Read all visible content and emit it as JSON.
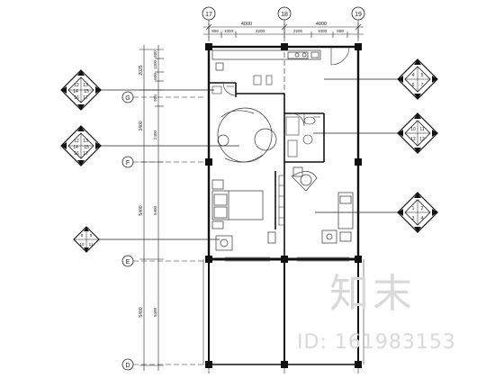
{
  "column_grid": [
    {
      "label": "17"
    },
    {
      "label": "18"
    },
    {
      "label": "19"
    }
  ],
  "row_grid": [
    {
      "label": "G"
    },
    {
      "label": "F"
    },
    {
      "label": "E"
    },
    {
      "label": "D"
    }
  ],
  "top_dimensions": {
    "overall": [
      "4000",
      "4000"
    ],
    "segments": [
      "800",
      "1000",
      "2200",
      "2200",
      "1000",
      "800"
    ]
  },
  "left_dimensions": {
    "outer": [
      "2025",
      "3400",
      "5400",
      "5400"
    ],
    "inner": [
      "600",
      "1200",
      "600",
      "900",
      "2400",
      "5400",
      "5400"
    ]
  },
  "detail_callouts": [
    {
      "refs": [
        "12",
        "13",
        "14",
        "15",
        "16",
        "17"
      ]
    },
    {
      "refs": [
        "12",
        "13",
        "14",
        "15",
        "16",
        "17"
      ]
    },
    {
      "refs": [
        "8",
        "9",
        "10",
        "11"
      ]
    },
    {
      "refs": [
        "4",
        "5",
        "6",
        "7"
      ]
    },
    {
      "refs": [
        "10",
        "11",
        "12",
        "13"
      ]
    },
    {
      "refs": [
        "1",
        "2",
        "3",
        "4"
      ]
    }
  ],
  "watermark": {
    "brand": "知末",
    "id": "ID: 161983153"
  }
}
